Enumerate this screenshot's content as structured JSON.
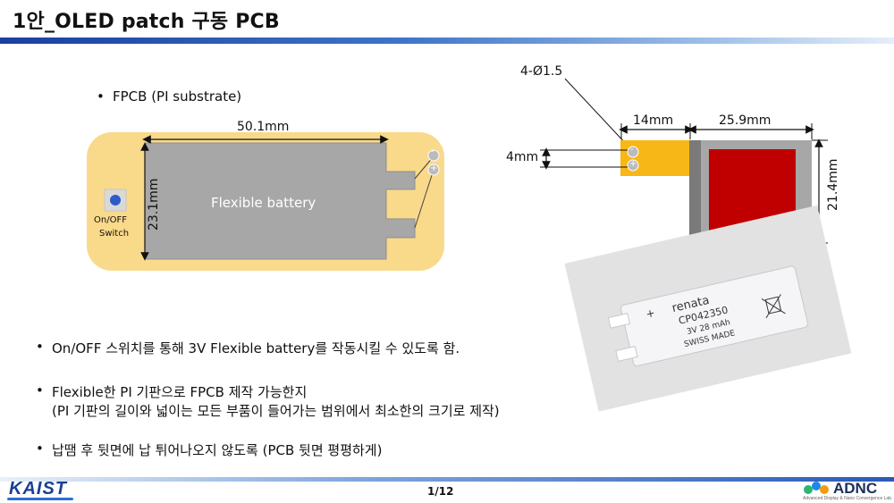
{
  "title": "1안_OLED patch 구동 PCB",
  "fpcb_bullet": "FPCB (PI substrate)",
  "left_diagram": {
    "width_label": "50.1mm",
    "height_label": "23.1mm",
    "battery_label": "Flexible battery",
    "switch_line1": "On/OFF",
    "switch_line2": "Switch",
    "minus": "-",
    "plus": "+"
  },
  "right_diagram": {
    "hole_label": "4-Ø1.5",
    "tab_width_label": "14mm",
    "battery_width_label": "25.9mm",
    "gap_label": "4mm",
    "height_label": "21.4mm",
    "minus": "-",
    "plus": "+"
  },
  "battery_photo": {
    "brand": "renata",
    "model": "CP042350",
    "spec": "3V   28 mAh",
    "origin": "SWISS MADE",
    "plus": "+"
  },
  "bullets": [
    "On/OFF 스위치를 통해 3V Flexible battery를 작동시킬 수 있도록 함.",
    "Flexible한 PI 기판으로 FPCB 제작 가능한지",
    "(PI 기판의 길이와 넓이는 모든 부품이 들어가는 범위에서 최소한의 크기로 제작)",
    "납땜 후 뒷면에 납 튀어나오지 않도록 (PCB 뒷면 평평하게)"
  ],
  "footer": {
    "page": "1/12",
    "left_logo": "KAIST",
    "right_logo": "ADNC",
    "right_logo_sub": "Advanced Display & Nano Convergence Lab."
  },
  "colors": {
    "pcb_fill": "#f9d98a",
    "battery_fill": "#a7a7a7",
    "tab_fill": "#f7b716",
    "red_cell": "#c00000",
    "title_rule": "#1a3fa0"
  }
}
